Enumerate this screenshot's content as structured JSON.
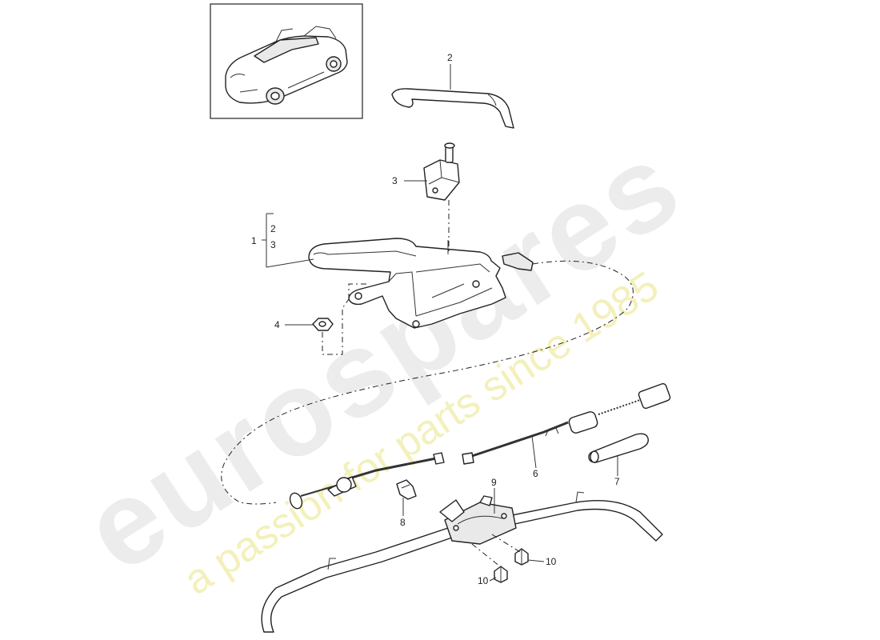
{
  "watermark": {
    "brand": "eurospares",
    "tagline": "a passion for parts since 1985"
  },
  "thumbnail": {
    "icon": "car-convertible-icon"
  },
  "callouts": {
    "c1": "1",
    "c1_sub2": "2",
    "c1_sub3": "3",
    "c2": "2",
    "c3": "3",
    "c4": "4",
    "c6": "6",
    "c7": "7",
    "c8": "8",
    "c9": "9",
    "c10a": "10",
    "c10b": "10"
  },
  "colors": {
    "line": "#222222",
    "watermark_grey": "#e6e6e6",
    "watermark_yellow": "#f1eeb0"
  }
}
